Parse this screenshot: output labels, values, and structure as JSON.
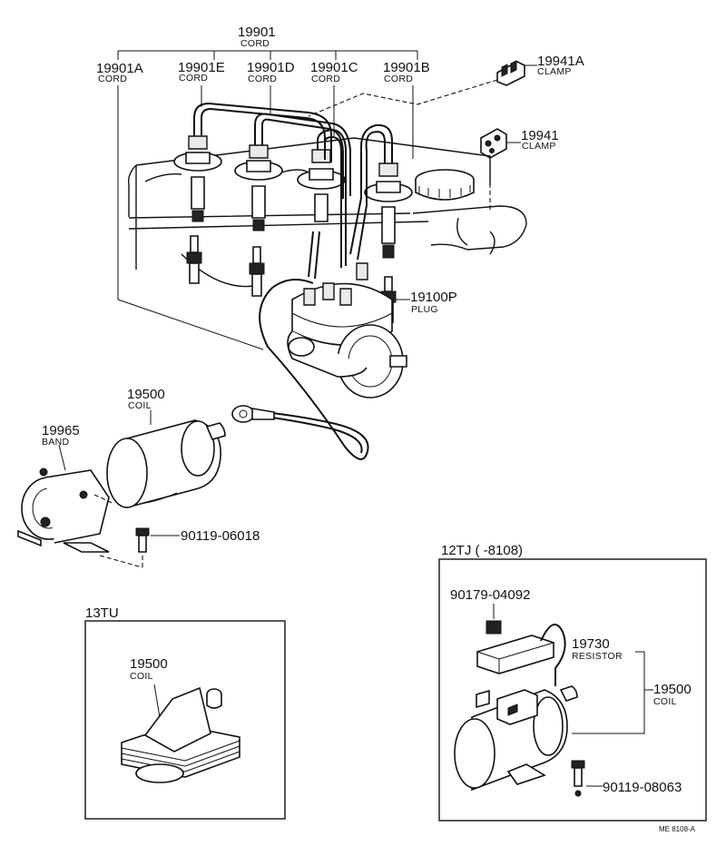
{
  "labels": {
    "cord_group": {
      "number": "19901",
      "name": "CORD"
    },
    "cord_a": {
      "number": "19901A",
      "name": "CORD"
    },
    "cord_e": {
      "number": "19901E",
      "name": "CORD"
    },
    "cord_d": {
      "number": "19901D",
      "name": "CORD"
    },
    "cord_c": {
      "number": "19901C",
      "name": "CORD"
    },
    "cord_b": {
      "number": "19901B",
      "name": "CORD"
    },
    "clamp_a": {
      "number": "19941A",
      "name": "CLAMP"
    },
    "clamp": {
      "number": "19941",
      "name": "CLAMP"
    },
    "plug": {
      "number": "19100P",
      "name": "PLUG"
    },
    "coil_main": {
      "number": "19500",
      "name": "COIL"
    },
    "band": {
      "number": "19965",
      "name": "BAND"
    },
    "bolt_main": {
      "number": "90119-06018"
    },
    "inset_12tj": {
      "title": "12TJ (       -8108)"
    },
    "nut_12tj": {
      "number": "90179-04092"
    },
    "resistor": {
      "number": "19730",
      "name": "RESISTOR"
    },
    "coil_12tj": {
      "number": "19500",
      "name": "COIL"
    },
    "bolt_12tj": {
      "number": "90119-08063"
    },
    "inset_13tu": {
      "title": "13TU"
    },
    "coil_13tu": {
      "number": "19500",
      "name": "COIL"
    },
    "figure_code": "ME 8108-A"
  }
}
